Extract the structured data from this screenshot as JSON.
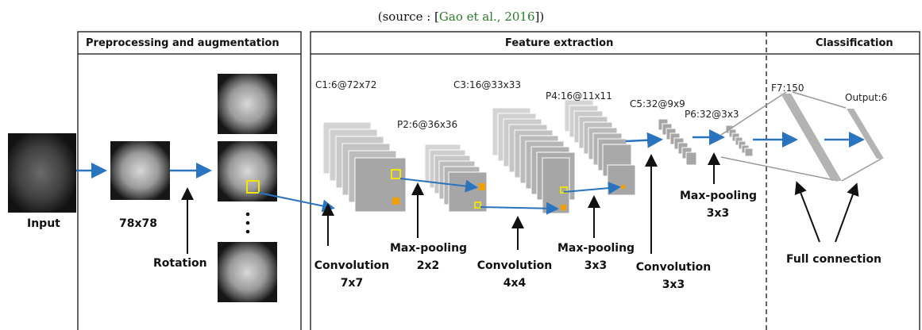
{
  "caption": {
    "prefix": "(source : [",
    "citation": "Gao et al., 2016",
    "suffix": "])"
  },
  "sections": {
    "preprocessing": "Preprocessing and augmentation",
    "feature_extraction": "Feature extraction",
    "classification": "Classification"
  },
  "labels": {
    "input": "Input",
    "size": "78x78",
    "rotation": "Rotation"
  },
  "feature_maps": {
    "c1": "C1:6@72x72",
    "p2": "P2:6@36x36",
    "c3": "C3:16@33x33",
    "p4": "P4:16@11x11",
    "c5": "C5:32@9x9",
    "p6": "P6:32@3x3",
    "f7": "F7:150",
    "output": "Output:6"
  },
  "operations": {
    "conv1": {
      "name": "Convolution",
      "kernel": "7x7"
    },
    "pool1": {
      "name": "Max-pooling",
      "kernel": "2x2"
    },
    "conv2": {
      "name": "Convolution",
      "kernel": "4x4"
    },
    "pool2": {
      "name": "Max-pooling",
      "kernel": "3x3"
    },
    "conv3": {
      "name": "Convolution",
      "kernel": "3x3"
    },
    "pool3": {
      "name": "Max-pooling",
      "kernel": "3x3"
    },
    "full": "Full connection"
  },
  "colors": {
    "arrow_blue": "#2a73be",
    "highlight_yellow": "#f2e600",
    "highlight_orange": "#f2a000",
    "map_front": "#a6a6a6",
    "map_back": "#d4d4d4",
    "citation_green": "#2b7a2b"
  }
}
